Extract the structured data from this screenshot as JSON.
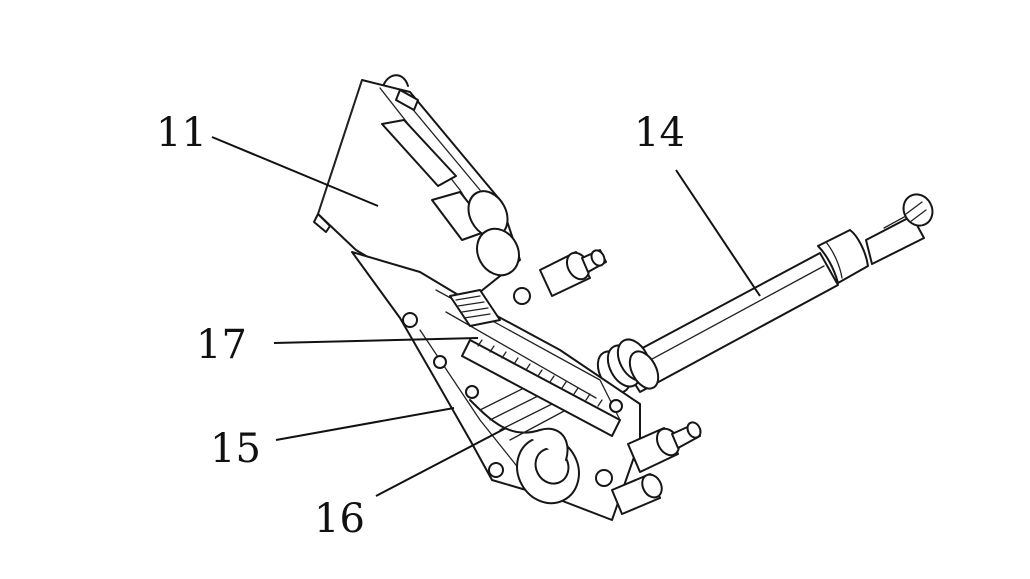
{
  "figure": {
    "labels": {
      "part_11": "11",
      "part_14": "14",
      "part_15": "15",
      "part_16": "16",
      "part_17": "17"
    }
  },
  "colors": {
    "ink": "#111111",
    "background": "#ffffff"
  }
}
